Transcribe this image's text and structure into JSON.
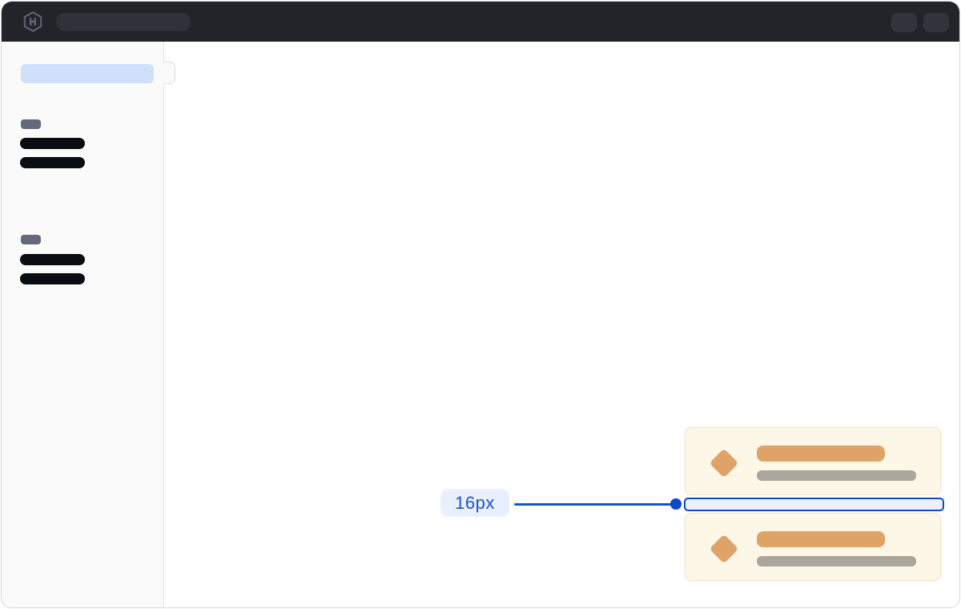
{
  "topbar": {
    "logo_icon": "hashicorp-logo",
    "search_skeleton": true,
    "action_buttons": 2
  },
  "sidebar": {
    "active_item_skeleton": true,
    "groups": [
      {
        "label_skeleton": true,
        "link_skeletons": 2
      },
      {
        "label_skeleton": true,
        "link_skeletons": 2
      }
    ]
  },
  "toasts": [
    {
      "icon": "diamond-icon",
      "title_skeleton": true,
      "description_skeleton": true
    },
    {
      "icon": "diamond-icon",
      "title_skeleton": true,
      "description_skeleton": true
    }
  ],
  "annotation": {
    "label": "16px"
  },
  "colors": {
    "topbar_bg": "#212429",
    "topbar_pill": "#2f3239",
    "sidebar_bg": "#fafafa",
    "skeleton_active_blue": "#cfe0fa",
    "skeleton_dark": "#0a0d12",
    "skeleton_gray": "#636976",
    "toast_bg": "#fdf7e8",
    "toast_border": "#f1e3c4",
    "toast_orange": "#dfa368",
    "toast_text_gray": "#aba69d",
    "annotation_blue": "#0d47cc",
    "annotation_label_bg": "#e9f0fd",
    "annotation_fill": "#eaf1fc"
  }
}
